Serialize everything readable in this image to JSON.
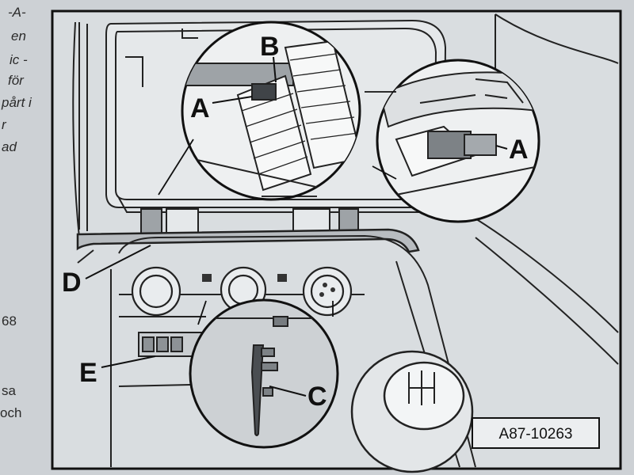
{
  "page_text_fragments": [
    "-A-",
    "en",
    "ic -",
    "för",
    "pårt i",
    "r",
    "ad",
    "68",
    "sa",
    "och"
  ],
  "figure": {
    "labels": {
      "a_left": "A",
      "a_right": "A",
      "b": "B",
      "c": "C",
      "d": "D",
      "e": "E"
    },
    "reference": "A87-10263"
  }
}
